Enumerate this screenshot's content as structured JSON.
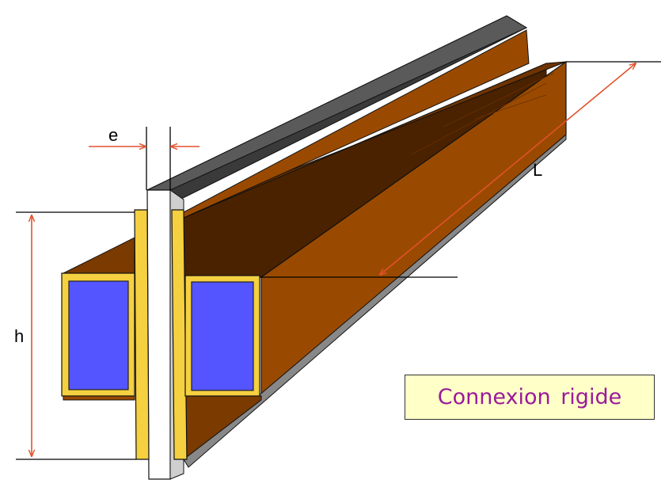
{
  "labels": {
    "thickness": "e",
    "height": "h",
    "length": "L"
  },
  "caption": "Connexion rigide",
  "colors": {
    "wood": "#9a4a00",
    "wood_dark": "#4a2200",
    "steel_plate": "#ffffff",
    "steel_top": "#3a3a3a",
    "tube_frame": "#f5d040",
    "tube_inner": "#5555ff",
    "dimension": "#e0522b",
    "caption_bg": "#ffffc8",
    "caption_text": "#9a1a9a"
  },
  "icons": [
    "dimension-arrow-e",
    "dimension-arrow-h",
    "dimension-arrow-l"
  ]
}
